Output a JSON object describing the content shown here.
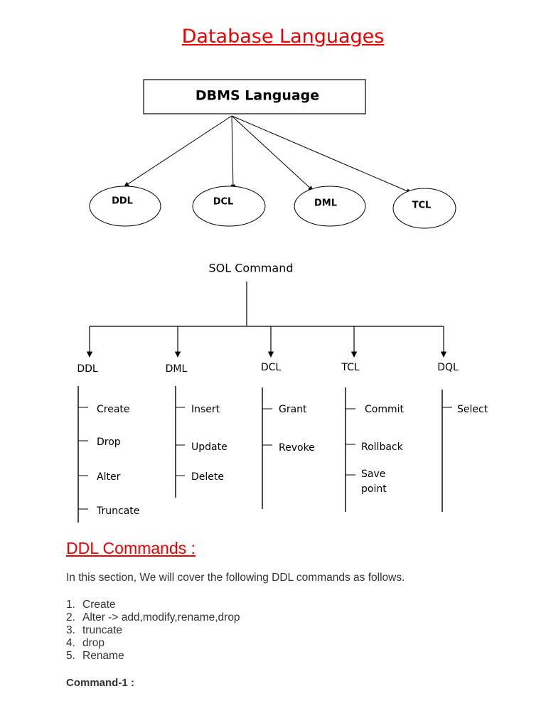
{
  "page_title": "Database Languages",
  "diagram1": {
    "root": "DBMS Language",
    "children": [
      "DDL",
      "DCL",
      "DML",
      "TCL"
    ]
  },
  "diagram2": {
    "root": "SOL Command",
    "columns": [
      {
        "label": "DDL",
        "items": [
          "Create",
          "Drop",
          "Alter",
          "Truncate"
        ]
      },
      {
        "label": "DML",
        "items": [
          "Insert",
          "Update",
          "Delete"
        ]
      },
      {
        "label": "DCL",
        "items": [
          "Grant",
          "Revoke"
        ]
      },
      {
        "label": "TCL",
        "items": [
          "Commit",
          "Rollback",
          "Save point"
        ]
      },
      {
        "label": "DQL",
        "items": [
          "Select"
        ]
      }
    ]
  },
  "section": {
    "title": "DDL Commands :",
    "intro": "In this section, We will cover the following DDL commands as follows.",
    "list": [
      {
        "num": "1.",
        "text": "Create"
      },
      {
        "num": "2.",
        "text": "Alter -> add,modify,rename,drop"
      },
      {
        "num": "3.",
        "text": "truncate"
      },
      {
        "num": "4.",
        "text": "drop"
      },
      {
        "num": "5.",
        "text": "Rename"
      }
    ],
    "command_label": "Command-1 :"
  }
}
